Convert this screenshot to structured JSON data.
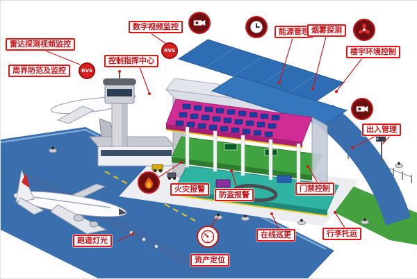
{
  "diagram": {
    "name": "airport-integrated-security-system-diagram",
    "labels": [
      {
        "id": "radar-video",
        "text": "雷达探测视频监控"
      },
      {
        "id": "perimeter",
        "text": "周界防范及监控"
      },
      {
        "id": "digital-video",
        "text": "数字视频监控"
      },
      {
        "id": "control-center",
        "text": "控制指挥中心"
      },
      {
        "id": "energy",
        "text": "能源管理"
      },
      {
        "id": "smoke",
        "text": "烟雾探测"
      },
      {
        "id": "building-env",
        "text": "楼宇环境控制"
      },
      {
        "id": "access-mgmt",
        "text": "出入管理"
      },
      {
        "id": "fire-alarm",
        "text": "火灾报警"
      },
      {
        "id": "burglar-alarm",
        "text": "防盗报警"
      },
      {
        "id": "door-access",
        "text": "门禁控制"
      },
      {
        "id": "online-patrol",
        "text": "在线巡更"
      },
      {
        "id": "baggage",
        "text": "行李托运"
      },
      {
        "id": "runway-lights",
        "text": "跑道灯光"
      },
      {
        "id": "asset-tracking",
        "text": "资产定位"
      }
    ],
    "badges": [
      {
        "text": "RVS"
      },
      {
        "text": "RVS"
      }
    ],
    "icons": [
      {
        "name": "camera-icon"
      },
      {
        "name": "clock-icon"
      },
      {
        "name": "fan-icon"
      },
      {
        "name": "camera2-icon"
      },
      {
        "name": "fire-icon"
      },
      {
        "name": "gauge-icon"
      }
    ],
    "colors": {
      "label_red": "#c4161c",
      "runway_blue": "#3a6fae",
      "roof_blue": "#2e6db4",
      "floor_magenta": "#cf2d93",
      "floor_green": "#3fa43f",
      "floor_teal": "#2fb3a3",
      "grass_green": "#45a13d",
      "icon_dark": "#6e0f12"
    }
  }
}
